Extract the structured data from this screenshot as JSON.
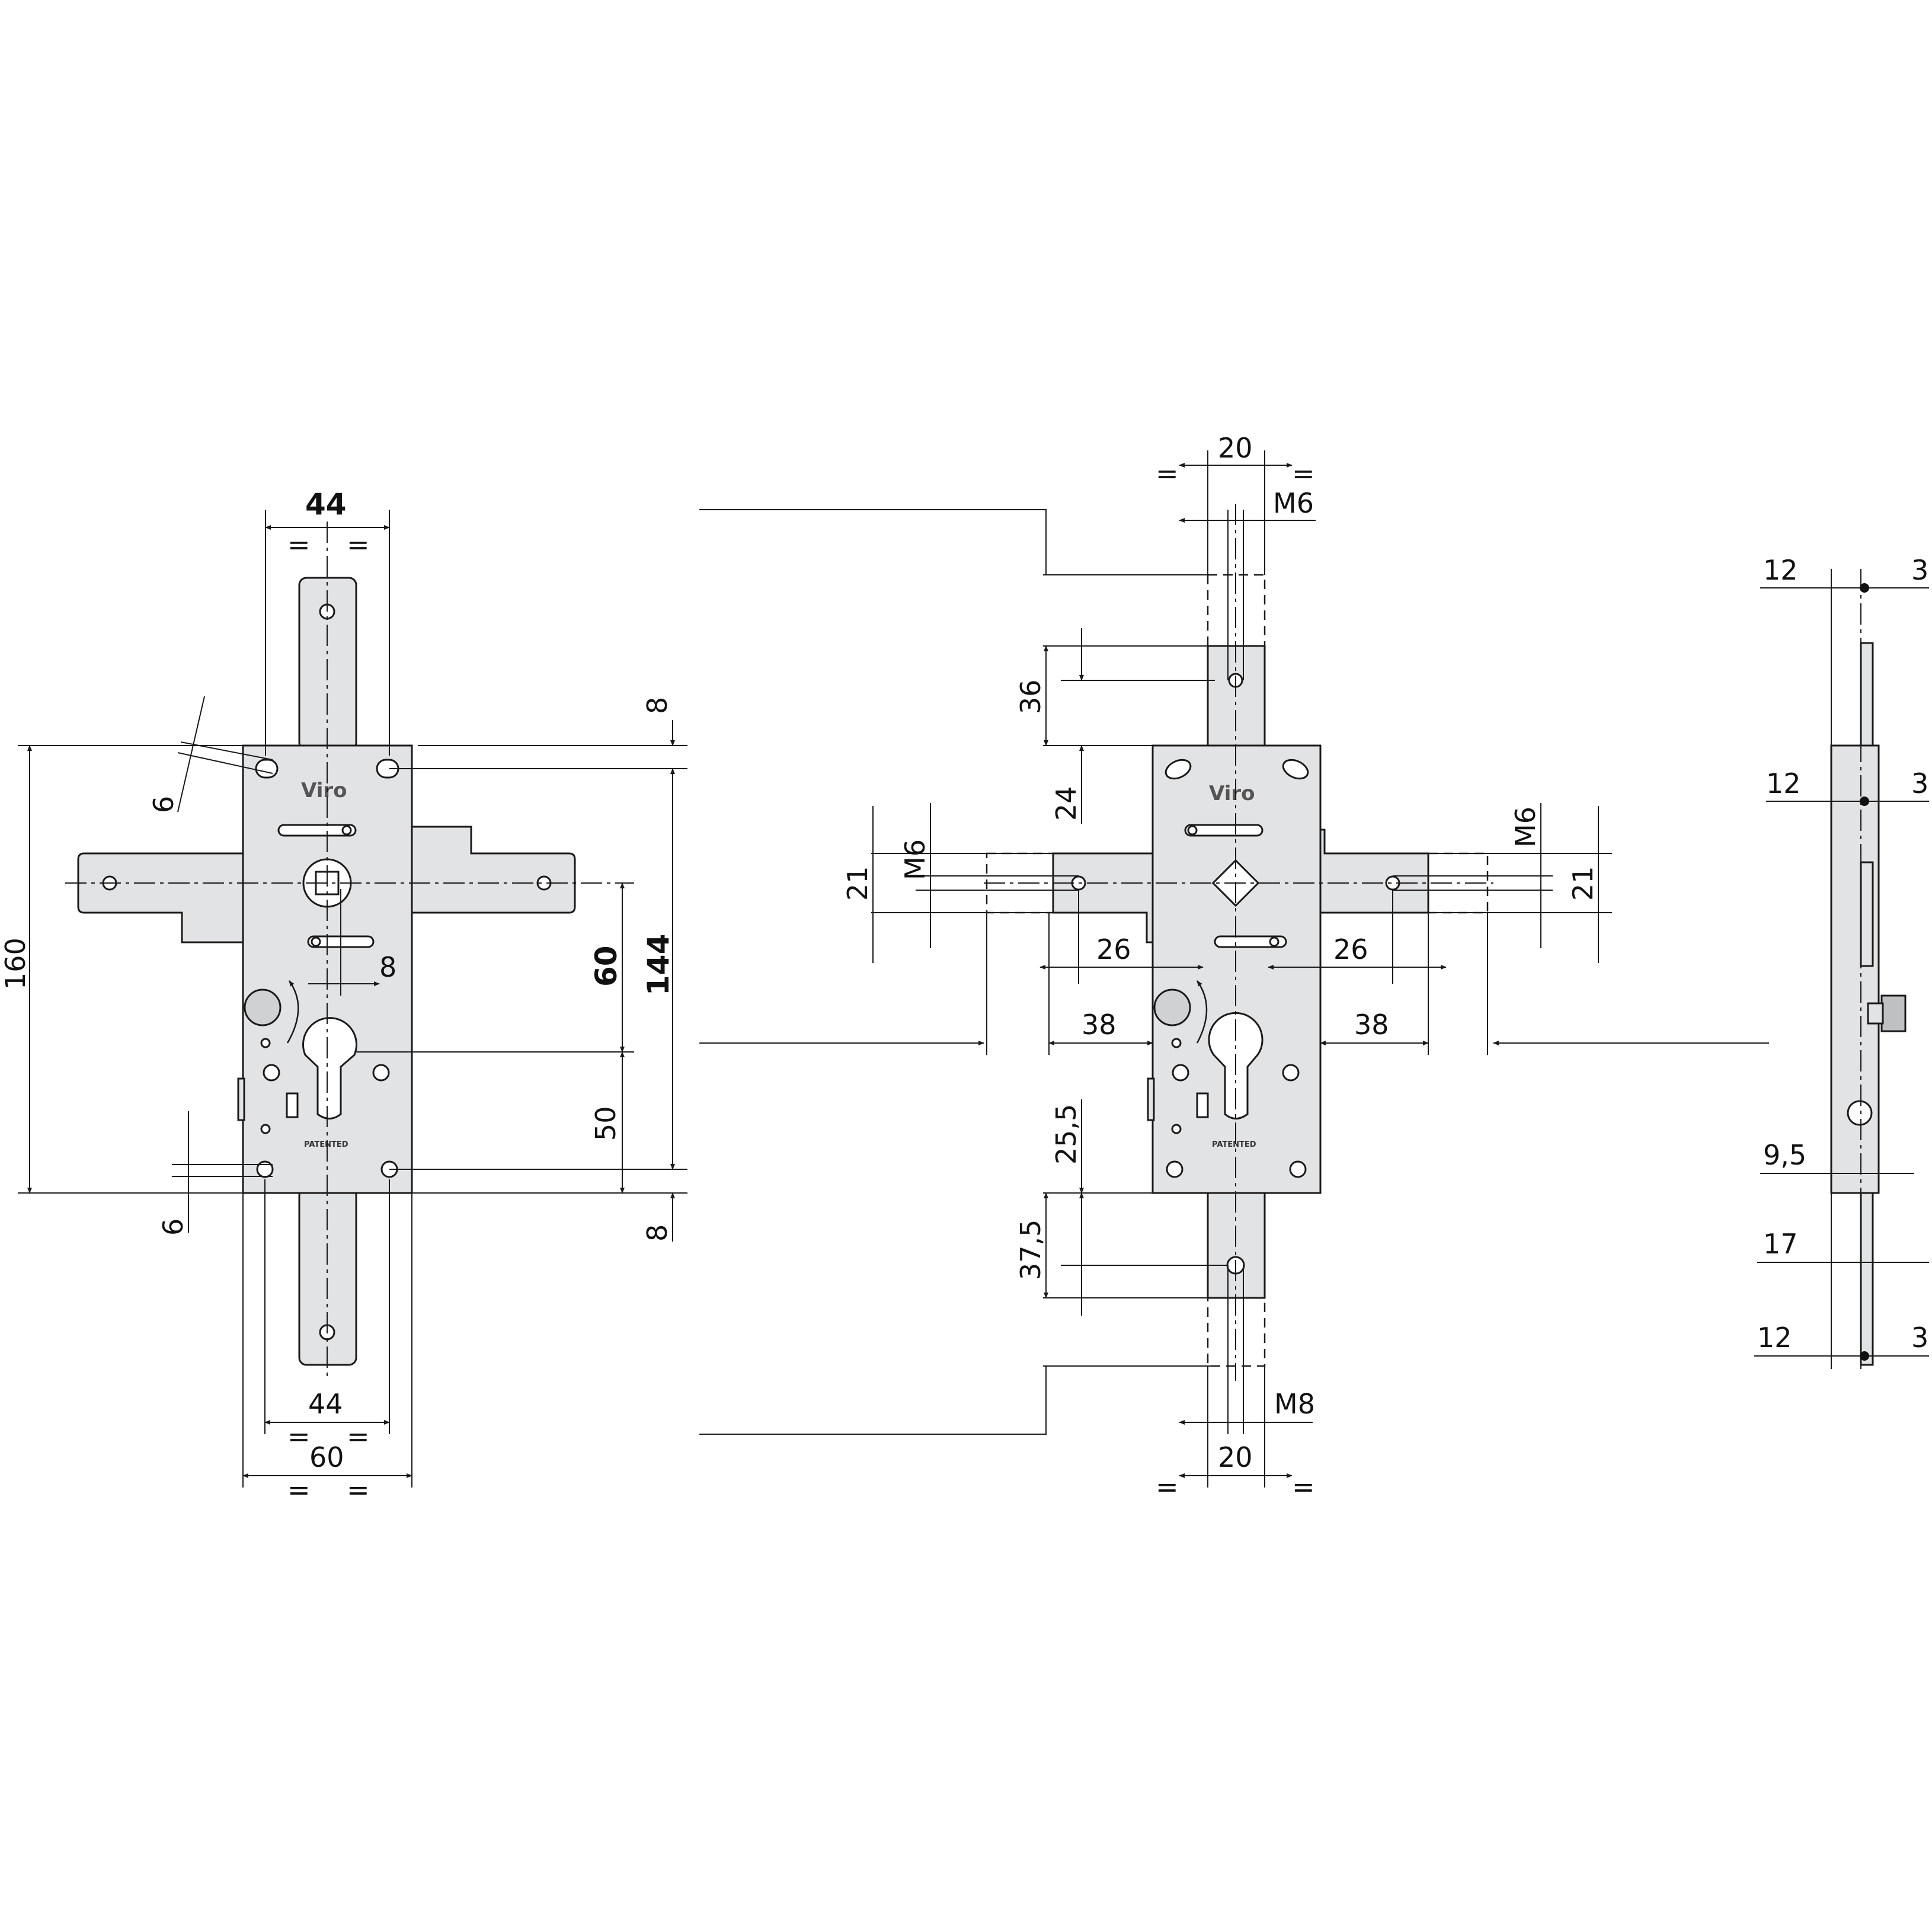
{
  "views": {
    "front": {
      "brand": "Viro",
      "stamp": "PATENTED",
      "dims": {
        "rod_spacing_top": "44",
        "rod_spacing_bottom": "44",
        "case_width": "60",
        "height": "160",
        "center_to_cylinder": "60",
        "screw_spacing": "144",
        "cylinder_to_screw": "50",
        "screw_inset_top": "8",
        "screw_inset_bottom": "8",
        "slot_top": "6",
        "slot_bottom": "6",
        "spindle_offset": "8",
        "equal_sign": "="
      }
    },
    "middle": {
      "brand": "Viro",
      "stamp": "PATENTED",
      "dims": {
        "rod_top_width": "20",
        "rod_bottom_width": "20",
        "thread_top": "M6",
        "thread_bottom": "M8",
        "thread_left": "M6",
        "thread_right": "M6",
        "top_36": "36",
        "top_24": "24",
        "bottom_25_5": "25,5",
        "bottom_37_5": "37,5",
        "side_21_left": "21",
        "side_21_right": "21",
        "side_26_left": "26",
        "side_26_right": "26",
        "side_38_left": "38",
        "side_38_right": "38",
        "equal_sign": "="
      }
    },
    "side": {
      "dims": {
        "w12_a": "12",
        "w3_a": "3",
        "w12_b": "12",
        "w3_b": "3",
        "w9_5": "9,5",
        "w17": "17",
        "w12_c": "12",
        "w3_c": "3"
      }
    }
  }
}
